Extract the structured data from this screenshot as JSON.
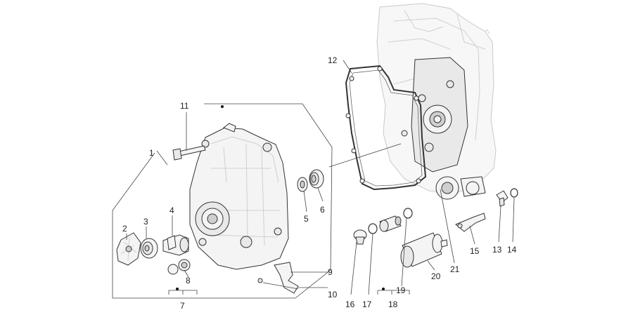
{
  "callouts": {
    "c1": "1",
    "c2": "2",
    "c3": "3",
    "c4": "4",
    "c5": "5",
    "c6": "6",
    "c7": "7",
    "c8": "8",
    "c9": "9",
    "c10": "10",
    "c11": "11",
    "c12": "12",
    "c13": "13",
    "c14": "14",
    "c15": "15",
    "c16": "16",
    "c17": "17",
    "c18": "18",
    "c19": "19",
    "c20": "20",
    "c21": "21"
  },
  "colors": {
    "line": "#444444",
    "part_fill": "#f4f4f4",
    "background": "#ffffff"
  }
}
